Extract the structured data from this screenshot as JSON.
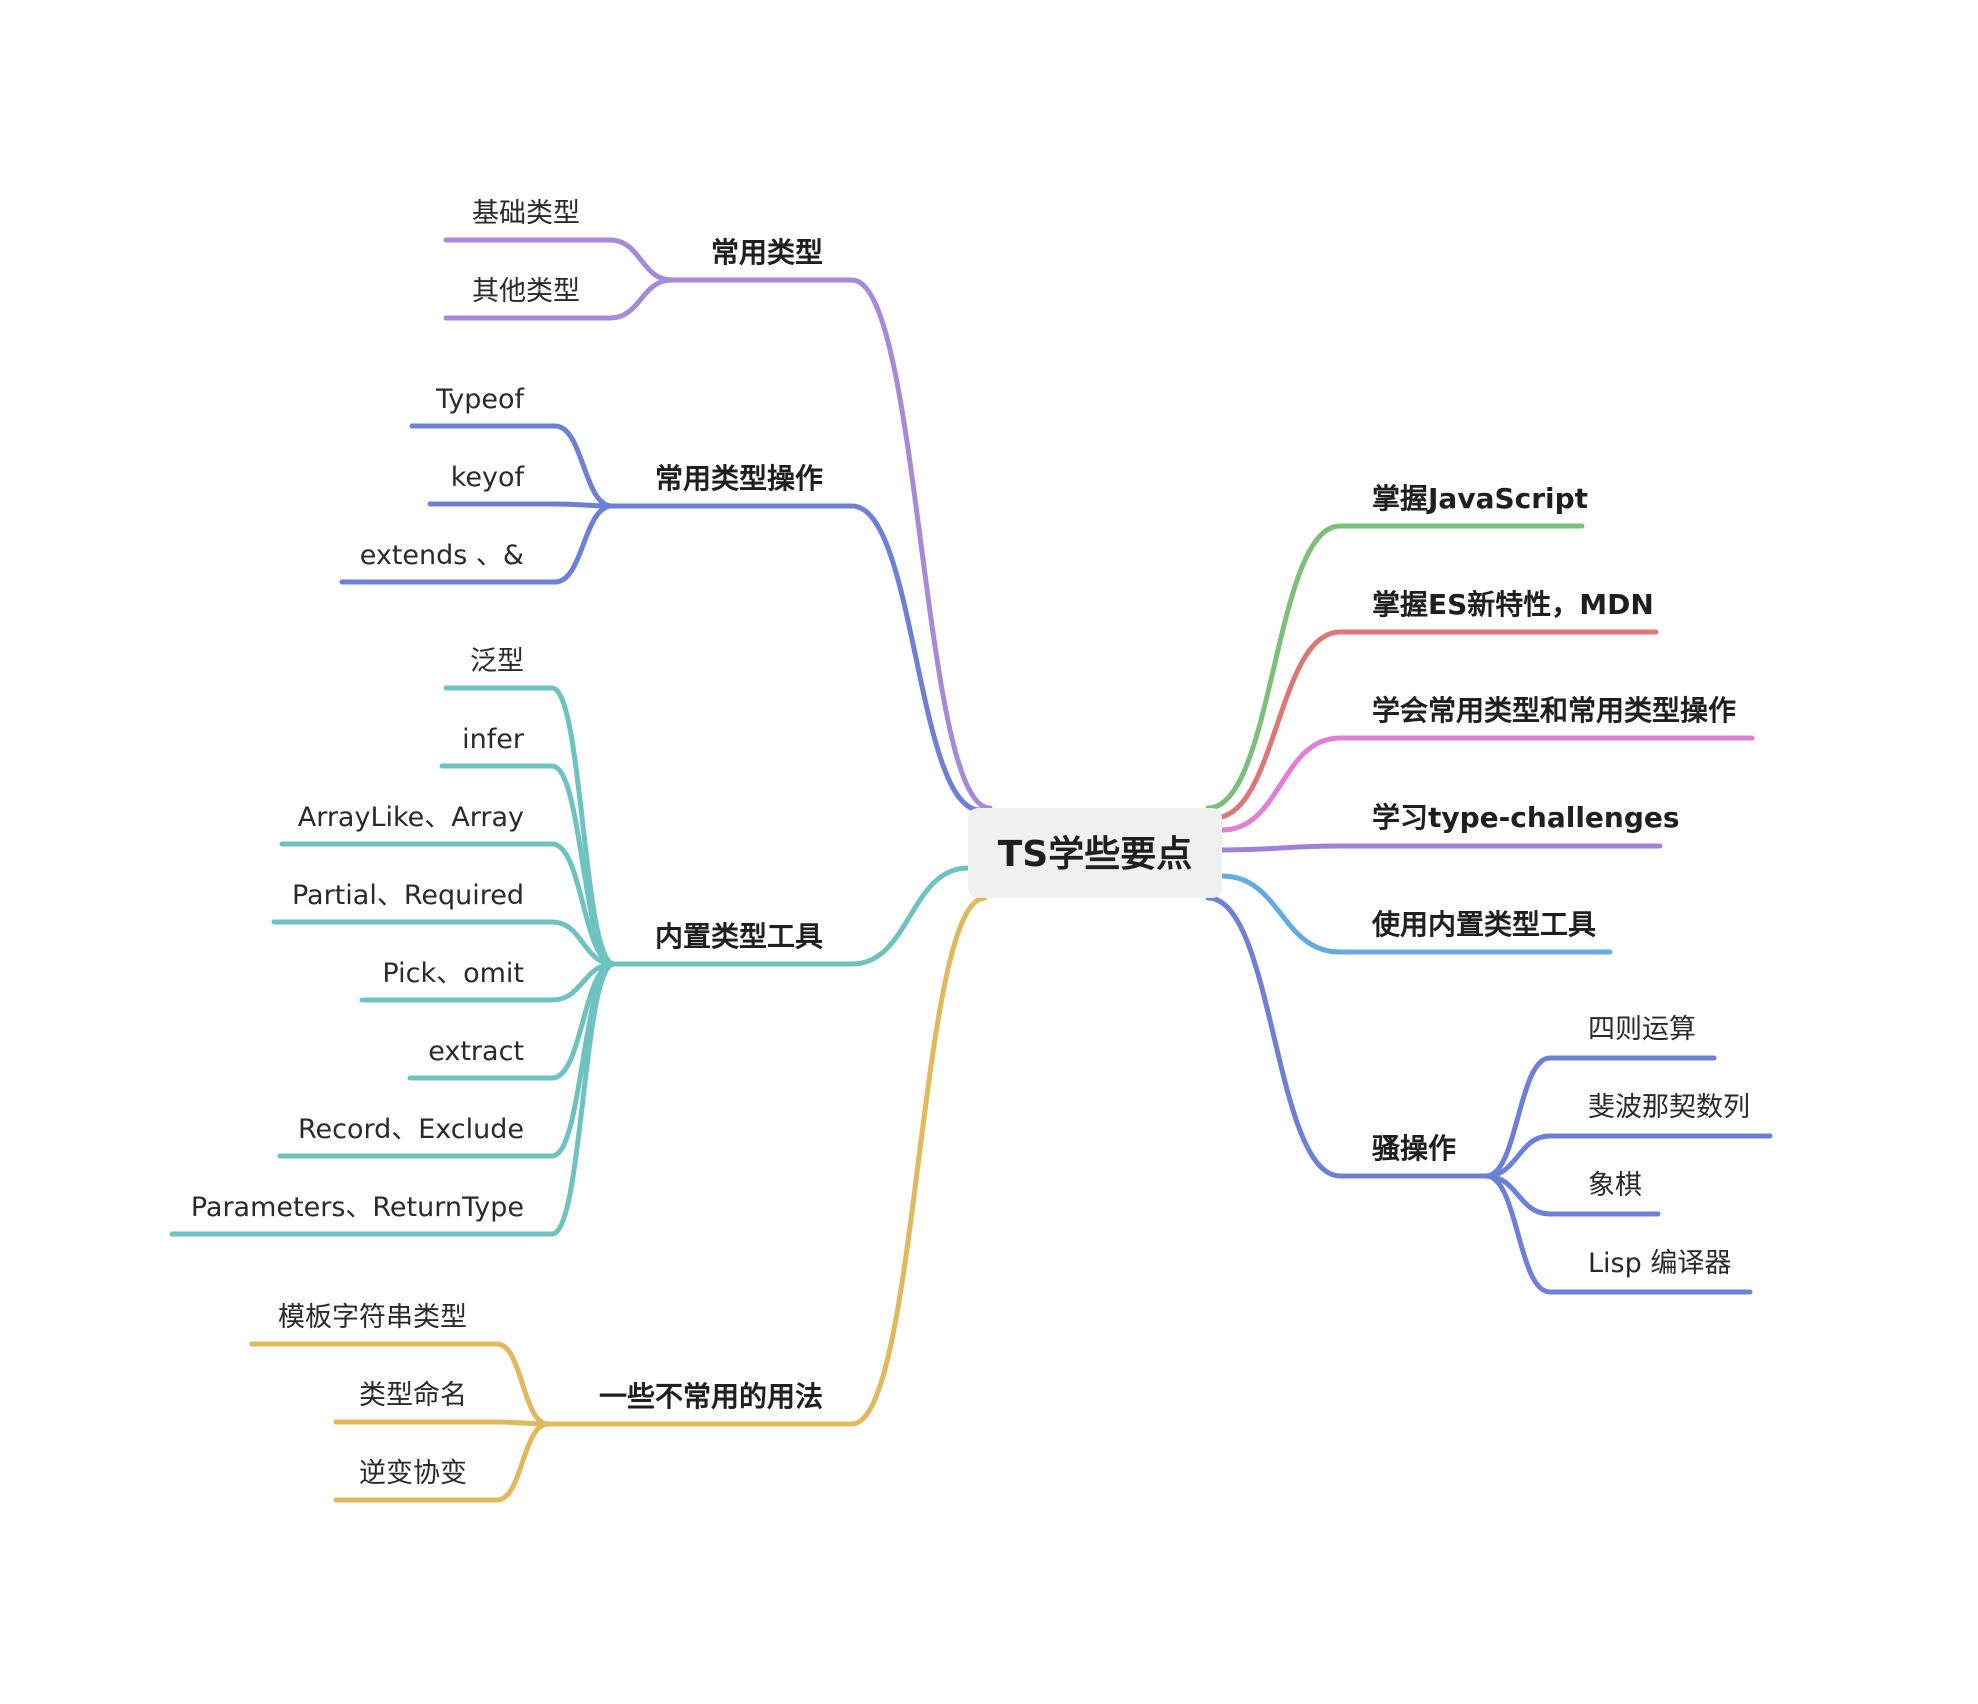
{
  "root": {
    "label": "TS学些要点"
  },
  "colors": {
    "purple": "#a68ad9",
    "indigo": "#6d7fd6",
    "teal": "#6ec3c1",
    "gold": "#e2b85c",
    "green": "#7cbf7c",
    "red": "#de7676",
    "pink": "#e07fd6",
    "violet": "#9d82d8",
    "blue": "#63abe0"
  },
  "left_branches": [
    {
      "label": "常用类型",
      "color": "purple",
      "children": [
        "基础类型",
        "其他类型"
      ]
    },
    {
      "label": "常用类型操作",
      "color": "indigo",
      "children": [
        "Typeof",
        "keyof",
        "extends 、&"
      ]
    },
    {
      "label": "内置类型工具",
      "color": "teal",
      "children": [
        "泛型",
        "infer",
        "ArrayLike、Array",
        "Partial、Required",
        "Pick、omit",
        "extract",
        "Record、Exclude",
        "Parameters、ReturnType"
      ]
    },
    {
      "label": "一些不常用的用法",
      "color": "gold",
      "children": [
        "模板字符串类型",
        "类型命名",
        "逆变协变"
      ]
    }
  ],
  "right_branches": [
    {
      "label": "掌握JavaScript",
      "color": "green",
      "children": []
    },
    {
      "label": "掌握ES新特性，MDN",
      "color": "red",
      "children": []
    },
    {
      "label": "学会常用类型和常用类型操作",
      "color": "pink",
      "children": []
    },
    {
      "label": "学习type-challenges",
      "color": "violet",
      "children": []
    },
    {
      "label": "使用内置类型工具",
      "color": "blue",
      "children": []
    },
    {
      "label": "骚操作",
      "color": "indigo",
      "children": [
        "四则运算",
        "斐波那契数列",
        "象棋",
        "Lisp 编译器"
      ]
    }
  ]
}
